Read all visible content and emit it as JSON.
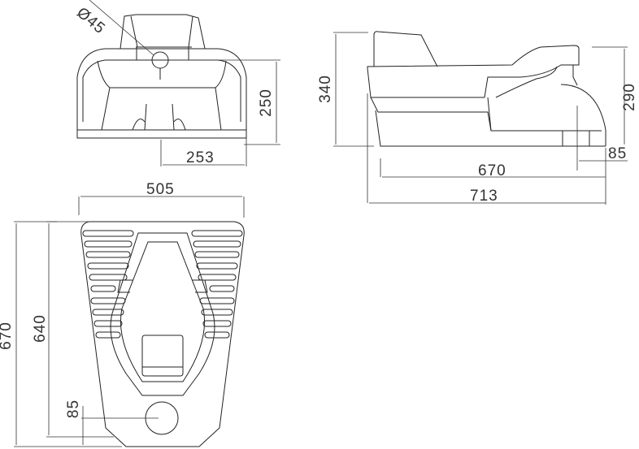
{
  "drawing": {
    "subject": "Squat toilet technical drawing",
    "views": {
      "front": {
        "dimensions": {
          "pipe_diameter": "Ø45",
          "height": "250",
          "half_width": "253"
        }
      },
      "side": {
        "dimensions": {
          "total_height": "340",
          "outlet_height": "290",
          "outlet_offset": "85",
          "base_length": "670",
          "total_length": "713"
        }
      },
      "top": {
        "dimensions": {
          "width": "505",
          "overall_length": "670",
          "inner_length": "640",
          "outlet_center": "85"
        }
      }
    }
  }
}
